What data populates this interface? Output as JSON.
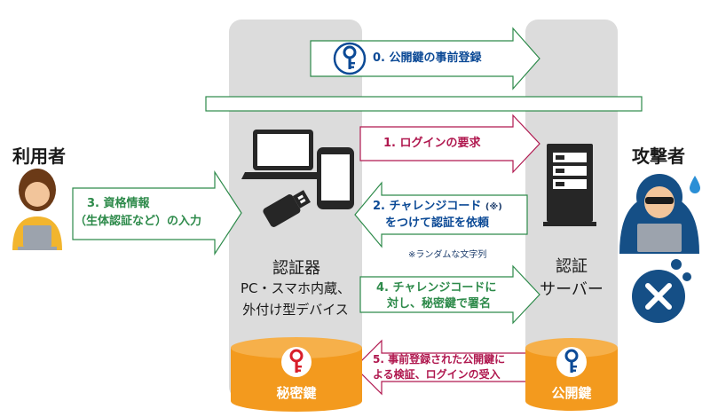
{
  "user": {
    "label": "利用者"
  },
  "attacker": {
    "label": "攻撃者"
  },
  "authenticator": {
    "label": "認証器",
    "desc_line1": "PC・スマホ内蔵、",
    "desc_line2": "外付け型デバイス",
    "key_label": "秘密鍵"
  },
  "server": {
    "label_line1": "認証",
    "label_line2": "サーバー",
    "key_label": "公開鍵"
  },
  "steps": {
    "s0": "0. 公開鍵の事前登録",
    "s1": "1. ログインの要求",
    "s2_line1": "2. チャレンジコード",
    "s2_mark": "(※)",
    "s2_line2": "をつけて認証を依頼",
    "s2_note": "※ランダムな文字列",
    "s3_line1": "3. 資格情報",
    "s3_line2": "（生体認証など）の入力",
    "s4_line1": "4. チャレンジコードに",
    "s4_line2": "対し、秘密鍵で署名",
    "s5_line1": "5. 事前登録された公開鍵に",
    "s5_line2": "よる検証、ログインの受入"
  },
  "colors": {
    "magenta": "#b0184f",
    "blue": "#0c4a96",
    "green": "#2d8a4a",
    "orange": "#f39a1e",
    "dark_blue": "#0b2e5a",
    "red_key": "#d81e2a"
  }
}
